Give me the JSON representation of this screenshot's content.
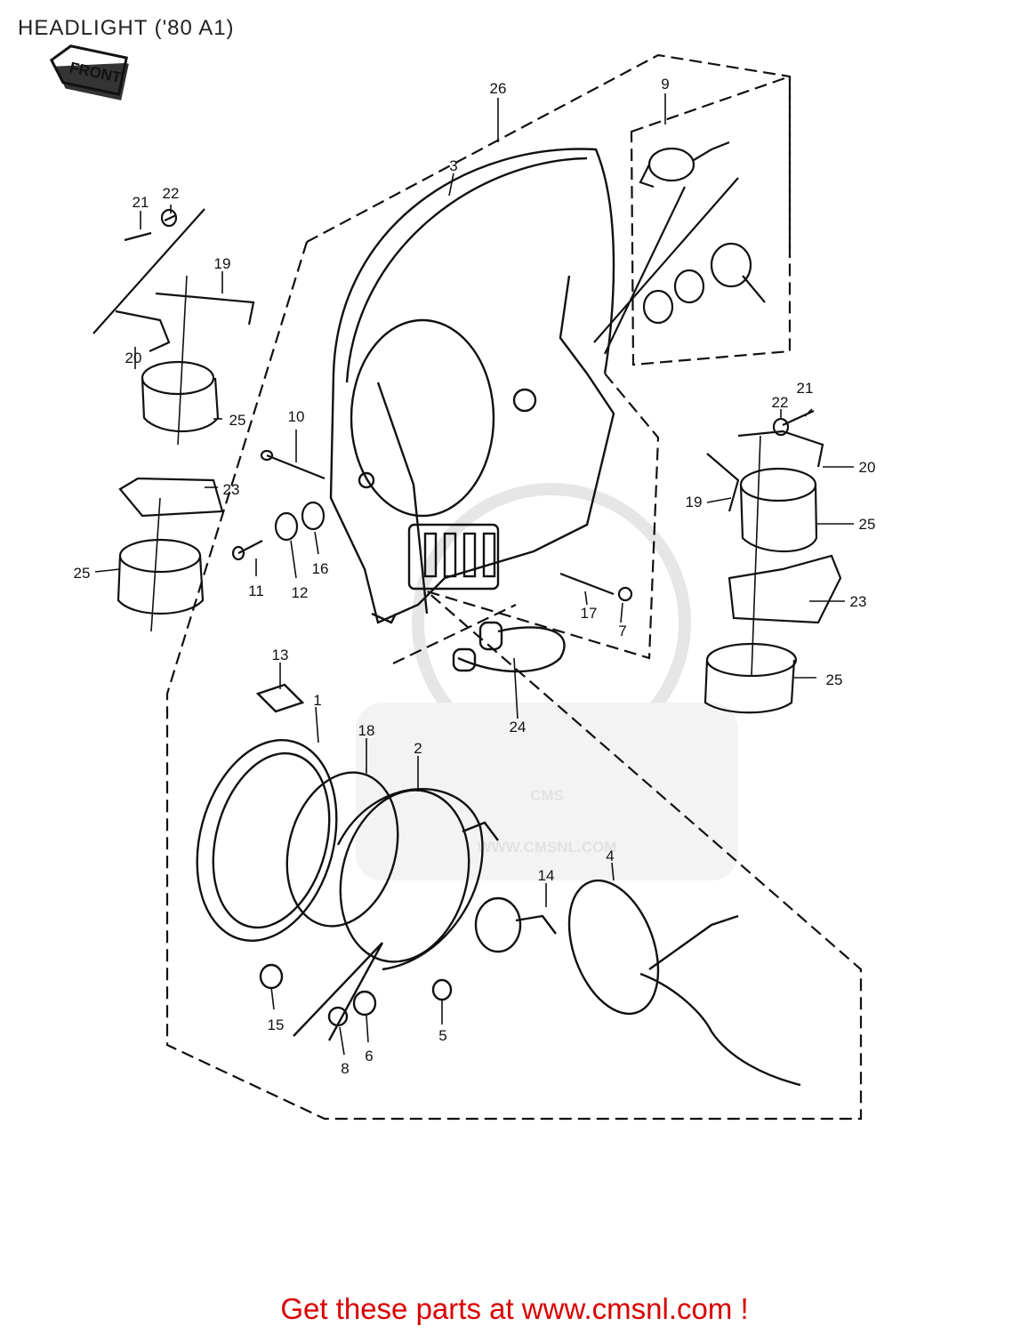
{
  "title": "HEADLIGHT ('80 A1)",
  "front_label": "FRONT",
  "watermark": {
    "brand": "CMS",
    "url": "WWW.CMSNL.COM"
  },
  "footer": "Get these parts at www.cmsnl.com !",
  "callouts": [
    "1",
    "2",
    "3",
    "4",
    "5",
    "6",
    "7",
    "8",
    "9",
    "10",
    "11",
    "12",
    "13",
    "14",
    "15",
    "16",
    "17",
    "18",
    "19",
    "20",
    "21",
    "22",
    "23",
    "24",
    "25",
    "26"
  ],
  "colors": {
    "line": "#111111",
    "footer": "#d90000",
    "watermark": "#e2e2e2"
  }
}
